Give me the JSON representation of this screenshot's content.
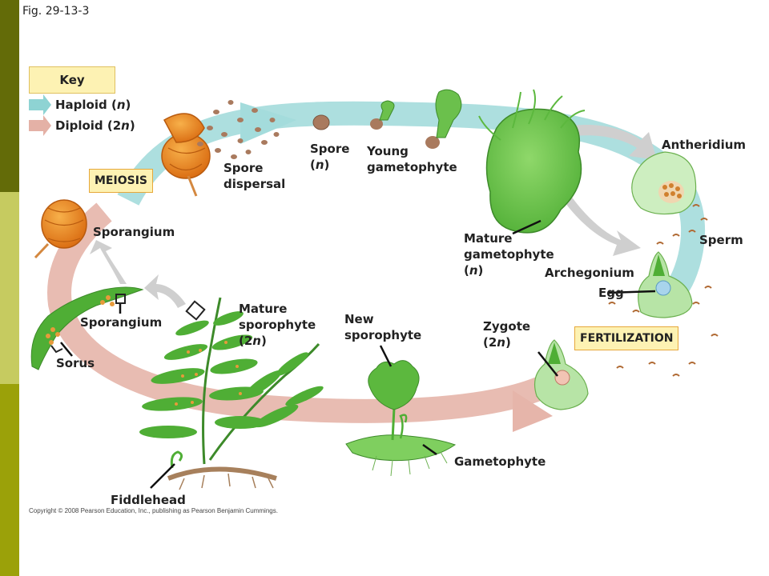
{
  "fig_label": "Fig. 29-13-3",
  "key": {
    "title": "Key",
    "haploid_label": "Haploid",
    "haploid_sym": "n",
    "diploid_label": "Diploid",
    "diploid_num": "2",
    "diploid_sym": "n",
    "haploid_color": "#8ed3d3",
    "diploid_color": "#e4b1a6"
  },
  "stages": {
    "meiosis": "MEIOSIS",
    "fertilization": "FERTILIZATION"
  },
  "labels": {
    "spore_dispersal_1": "Spore",
    "spore_dispersal_2": "dispersal",
    "spore_1": "Spore",
    "spore_sym": "n",
    "young_gam_1": "Young",
    "young_gam_2": "gametophyte",
    "antheridium": "Antheridium",
    "sperm": "Sperm",
    "mature_gam_1": "Mature",
    "mature_gam_2": "gametophyte",
    "mature_gam_sym": "n",
    "archegonium": "Archegonium",
    "egg": "Egg",
    "zygote_1": "Zygote",
    "zygote_num": "2",
    "zygote_sym": "n",
    "new_spor_1": "New",
    "new_spor_2": "sporophyte",
    "gametophyte": "Gametophyte",
    "mature_spor_1": "Mature",
    "mature_spor_2": "sporophyte",
    "mature_spor_num": "2",
    "mature_spor_sym": "n",
    "fiddlehead": "Fiddlehead",
    "sporangium_top": "Sporangium",
    "sporangium_left": "Sporangium",
    "sorus": "Sorus"
  },
  "copyright": "Copyright © 2008 Pearson Education, Inc., publishing as Pearson Benjamin Cummings."
}
